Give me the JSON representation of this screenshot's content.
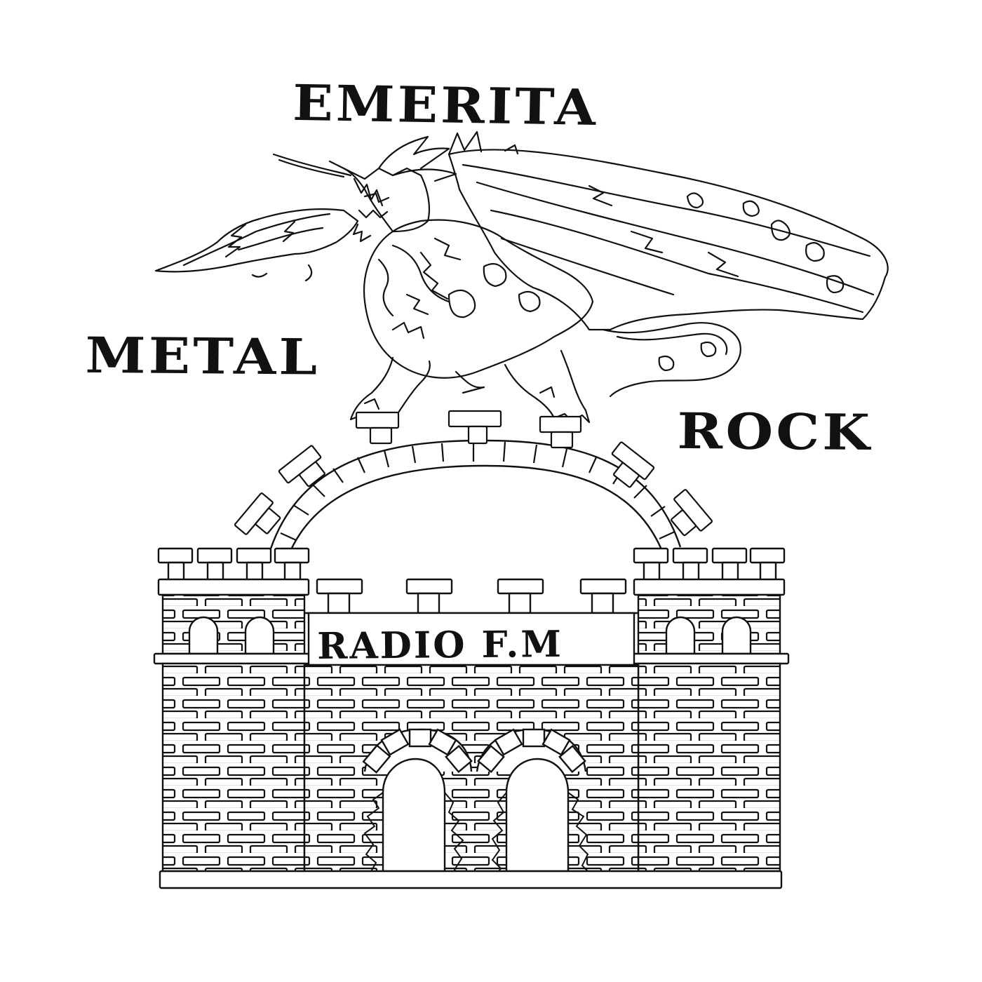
{
  "logo": {
    "word_top": "EMERITA",
    "word_left": "METAL",
    "word_right": "ROCK",
    "banner": "RADIO F.M"
  },
  "artwork": {
    "emblem": "dragon-perched-on-castle-gate-icon",
    "style": "black line art on white",
    "ink_color": "#111111",
    "background_color": "#ffffff"
  }
}
